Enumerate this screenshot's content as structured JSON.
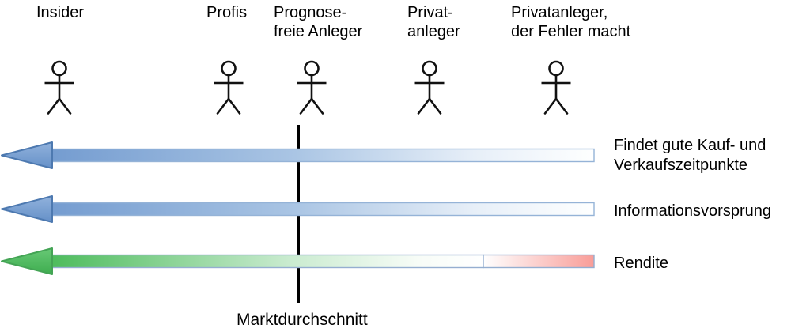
{
  "investors": [
    {
      "name": "insider",
      "lines": [
        "Insider"
      ]
    },
    {
      "name": "profis",
      "lines": [
        "Profis"
      ]
    },
    {
      "name": "prognosefreie-anleger",
      "lines": [
        "Prognose-",
        "freie Anleger"
      ]
    },
    {
      "name": "privatanleger",
      "lines": [
        "Privat-",
        "anleger"
      ]
    },
    {
      "name": "privatanleger-der-fehler-macht",
      "lines": [
        "Privatanleger,",
        "der Fehler macht"
      ]
    }
  ],
  "arrows": [
    {
      "id": "kauf-verkaufszeitpunkte",
      "color_scheme": "blue",
      "direction": "left",
      "label_lines": [
        "Findet gute Kauf- und",
        "Verkaufszeitpunkte"
      ]
    },
    {
      "id": "informationsvorsprung",
      "color_scheme": "blue",
      "direction": "left",
      "label_lines": [
        "Informationsvorsprung"
      ]
    },
    {
      "id": "rendite",
      "color_scheme": "green-to-red",
      "direction": "left",
      "label_lines": [
        "Rendite"
      ]
    }
  ],
  "market_line": {
    "label": "Marktdurchschnitt"
  },
  "icons": {
    "figure": "stick-person-icon",
    "arrow": "left-gradient-arrow"
  },
  "colors": {
    "arrow_blue": "#6f9ad2",
    "arrow_blue_border": "#4d79b0",
    "arrow_body_border": "#95b3d7",
    "arrow_green": "#4cbb5b",
    "arrow_green_border": "#44a455",
    "arrow_red_end": "#f99d98",
    "line_black": "#000000",
    "background": "#ffffff"
  }
}
